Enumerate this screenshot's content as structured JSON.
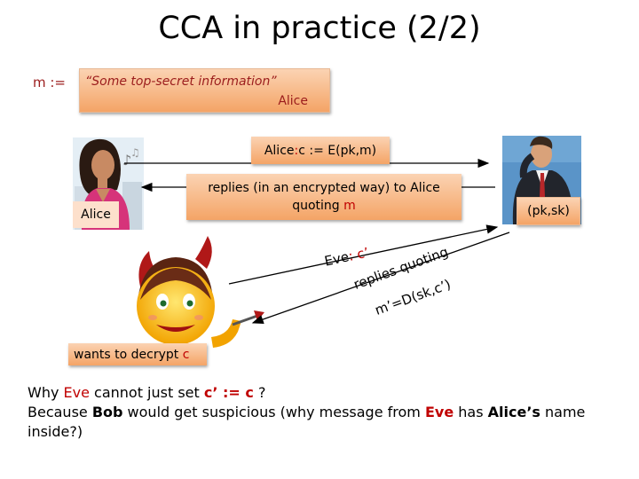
{
  "title": "CCA in practice (2/2)",
  "message": {
    "label": "m :=",
    "line1": "“Some top-secret information”",
    "line2": "Alice"
  },
  "send_box": {
    "sender": "Alice",
    "colon": ":",
    "expr": " c := E(pk,m)"
  },
  "reply_box": {
    "line1": "replies (in an encrypted way) to Alice",
    "line2_pre": "quoting ",
    "line2_var": "m"
  },
  "alice_label": "Alice",
  "bob_label": "(pk,sk)",
  "eve_send": {
    "name": "Eve",
    "colon": ":",
    "expr": " c’"
  },
  "bob_reply": {
    "line1": "replies quoting",
    "line2": "m’=D(sk,c’)"
  },
  "eve_box": {
    "pre": "wants to decrypt ",
    "var": "c"
  },
  "paragraph": {
    "s1_pre": "Why ",
    "s1_eve": "Eve",
    "s1_mid": " cannot just set ",
    "s1_expr": "c’ := c",
    "s1_end": " ?",
    "s2_pre": "Because ",
    "s2_bob": "Bob",
    "s2_mid": " would get suspicious (why message from ",
    "s2_eve": "Eve",
    "s2_mid2": " has ",
    "s2_alice": "Alice’s",
    "s2_end": " name inside?)"
  },
  "colors": {
    "highlight": "#c00000",
    "box_fill_top": "#fbd3b3",
    "box_fill_bottom": "#f4a466"
  },
  "icons": [
    "alice-person-icon",
    "music-notes-icon",
    "bob-person-icon",
    "eve-devil-icon"
  ]
}
